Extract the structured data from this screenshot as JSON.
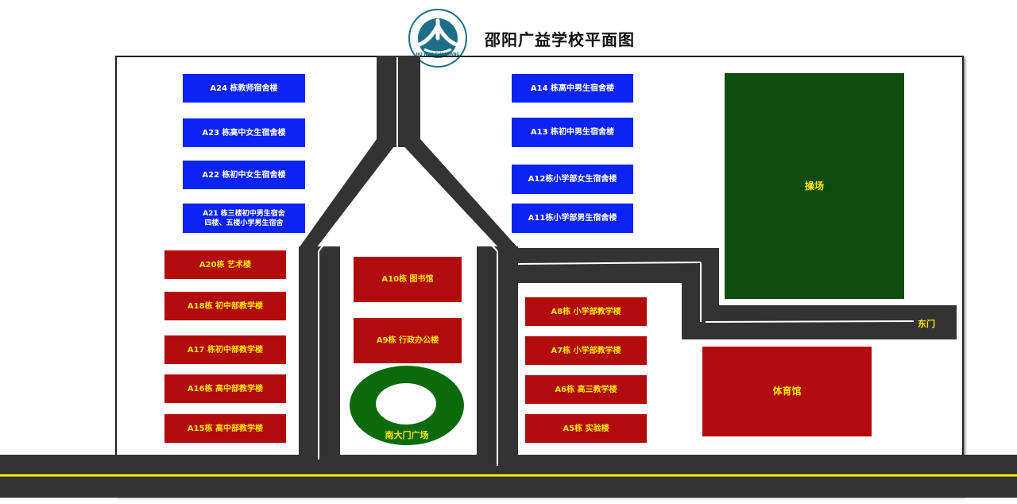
{
  "header": {
    "title": "邵阳广益学校平面图",
    "logo_text": "HU NAN SHAOYANG"
  },
  "colors": {
    "road": "#333333",
    "building_blue": "#0b24f2",
    "building_red": "#b10b0b",
    "field_green": "#0e4d0e",
    "plaza_green": "#0b6b0b",
    "label_yellow": "#ffe400",
    "road_center_line": "#ffee00",
    "logo_teal": "#1c6f86"
  },
  "buildings": {
    "a24": "A24 栋教师宿舍楼",
    "a23": "A23 栋高中女生宿舍楼",
    "a22": "A22 栋初中女生宿舍楼",
    "a21": "A21 栋三楼初中男生宿舍\n四楼、五楼小学男生宿舍",
    "a20": "A20栋  艺术楼",
    "a18": "A18栋  初中部教学楼",
    "a17": "A17 栋初中部教学楼",
    "a16": "A16栋  高中部教学楼",
    "a15": "A15栋  高中部教学楼",
    "a14": "A14 栋高中男生宿舍楼",
    "a13": "A13 栋初中男生宿舍楼",
    "a12": "A12栋小学部女生宿舍楼",
    "a11": "A11栋小学部男生宿舍楼",
    "a10": "A10栋  图书馆",
    "a9": "A9栋  行政办公楼",
    "a8": "A8栋  小学部教学楼",
    "a7": "A7栋  小学部教学楼",
    "a6": "A6栋  高三教学楼",
    "a5": "A5栋  实验楼"
  },
  "areas": {
    "field": "操场",
    "gym": "体育馆",
    "plaza": "南大门广场",
    "east_gate": "东门"
  }
}
